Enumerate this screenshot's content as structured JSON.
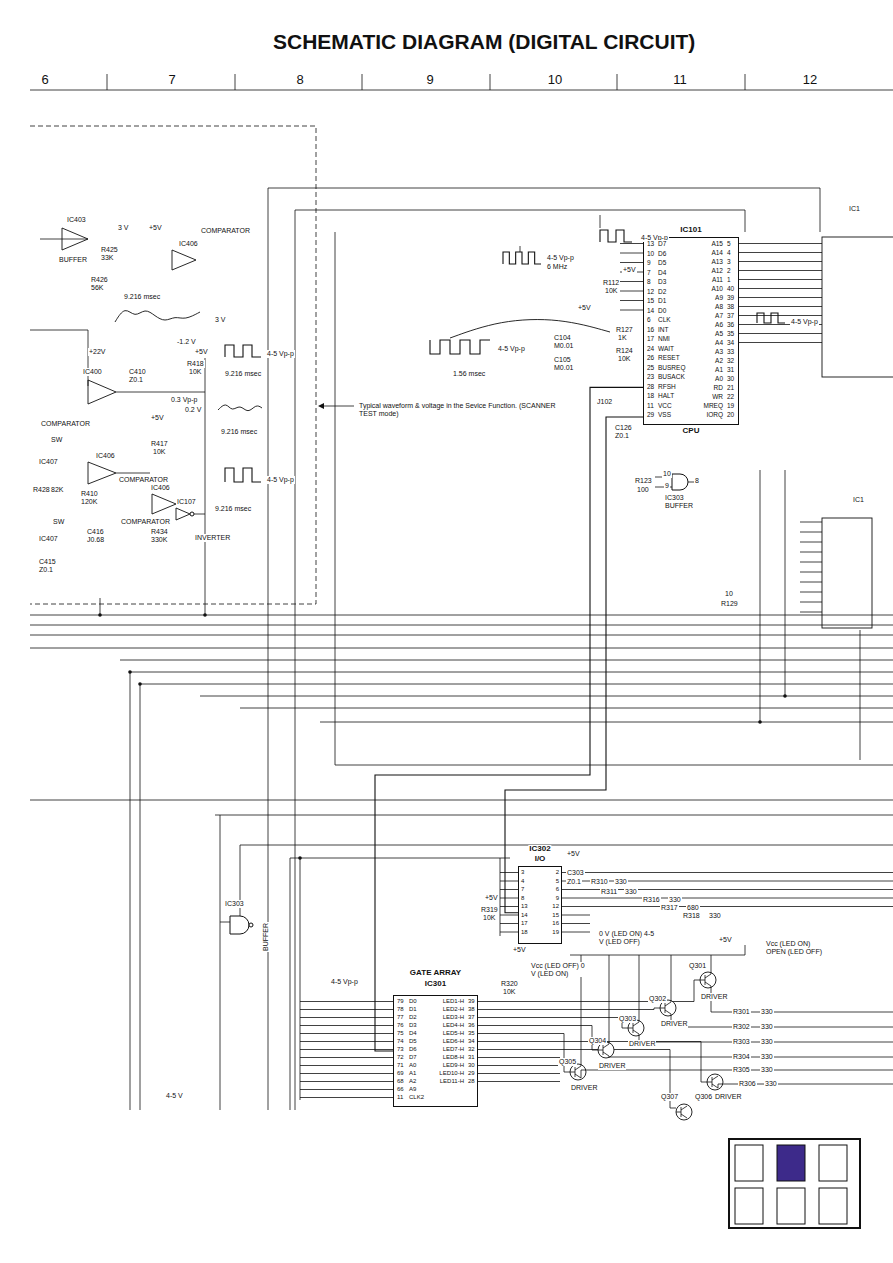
{
  "diagram": {
    "title": "SCHEMATIC DIAGRAM (DIGITAL CIRCUIT)",
    "nodes": [
      {
        "text": [
          "IC101",
          "CPU"
        ]
      },
      {
        "text": [
          "IC302",
          "I/O"
        ]
      },
      {
        "text": [
          "GATE ARRAY",
          "IC301"
        ]
      }
    ],
    "edges": [
      {
        "from": 0,
        "to": 1,
        "arrow": "none"
      },
      {
        "from": 0,
        "to": 2,
        "arrow": "none"
      }
    ],
    "labels": [
      "6",
      "7",
      "8",
      "9",
      "10",
      "11",
      "12",
      "IC403",
      "3 V",
      "BUFFER",
      "R425",
      "33K",
      "R426",
      "56K",
      "+5V",
      "COMPARATOR",
      "IC406",
      "9.216 msec",
      "3 V",
      "-1.2 V",
      "+22V",
      "IC400",
      "C410",
      "Z0.1",
      "+5V",
      "R418",
      "10K",
      "4-5 Vp-p",
      "9.216 msec",
      "0.3 Vp-p",
      "0.2 V",
      "9.216 msec",
      "COMPARATOR",
      "SW",
      "+5V",
      "R417",
      "10K",
      "IC407",
      "IC406",
      "COMPARATOR",
      "R428",
      "82K",
      "R410",
      "120K",
      "IC406",
      "IC107",
      "COMPARATOR",
      "R434",
      "330K",
      "INVERTER",
      "C416",
      "J0.68",
      "SW",
      "IC407",
      "C415",
      "Z0.1",
      "4-5 Vp-p",
      "9.216 msec",
      "Typical waveform & voltage in the Sevice Function. (SCANNER TEST mode)",
      "4-5 Vp-p",
      "4-5 Vp-p",
      "6 MHz",
      "+5V",
      "R112",
      "10K",
      "+5V",
      "C104",
      "M0.01",
      "C105",
      "M0.01",
      "R127",
      "1K",
      "R124",
      "10K",
      "4-5 Vp-p",
      "1.56 msec",
      "J102",
      "C126",
      "Z0.1",
      "4-5 Vp-p",
      "IC1",
      "R123",
      "100",
      "IC303",
      "BUFFER",
      "10",
      "9",
      "8",
      "R129",
      "10",
      "IC1",
      "+5V",
      "C303",
      "Z0.1",
      "R310",
      "330",
      "R311",
      "330",
      "R316",
      "330",
      "R317",
      "680",
      "R318",
      "330",
      "0 V (LED ON) 4-5 V (LED OFF)",
      "+5V",
      "R319",
      "10K",
      "IC303",
      "BUFFER",
      "4-5 Vp-p",
      "+5V",
      "R320",
      "10K",
      "Vcc (LED OFF) 0 V (LED ON)",
      "+5V",
      "Vcc (LED ON) OPEN (LED OFF)",
      "Q301",
      "DRIVER",
      "Q302",
      "DRIVER",
      "Q303",
      "DRIVER",
      "Q304",
      "DRIVER",
      "Q305",
      "DRIVER",
      "Q306",
      "DRIVER",
      "Q307",
      "R301",
      "330",
      "R302",
      "330",
      "R303",
      "330",
      "R304",
      "330",
      "R305",
      "330",
      "R306",
      "330",
      "4-5 V",
      "13",
      "10",
      "9",
      "7",
      "8",
      "12",
      "15",
      "14",
      "6",
      "16",
      "17",
      "24",
      "26",
      "25",
      "23",
      "28",
      "18",
      "11",
      "29",
      "D7",
      "D6",
      "D5",
      "D4",
      "D3",
      "D2",
      "D1",
      "D0",
      "CLK",
      "INT",
      "NMI",
      "WAIT",
      "RESET",
      "BUSREQ",
      "BUSACK",
      "RFSH",
      "HALT",
      "VCC",
      "VSS",
      "A15",
      "A14",
      "A13",
      "A12",
      "A11",
      "A10",
      "A9",
      "A8",
      "A7",
      "A6",
      "A5",
      "A4",
      "A3",
      "A2",
      "A1",
      "A0",
      "RD",
      "WR",
      "MREQ",
      "IORQ",
      "5",
      "4",
      "3",
      "2",
      "1",
      "40",
      "39",
      "38",
      "37",
      "36",
      "35",
      "34",
      "33",
      "32",
      "31",
      "30",
      "21",
      "22",
      "19",
      "20",
      "79",
      "78",
      "77",
      "76",
      "75",
      "74",
      "73",
      "72",
      "71",
      "69",
      "68",
      "66",
      "11",
      "D0",
      "D1",
      "D2",
      "D3",
      "D4",
      "D5",
      "D6",
      "D7",
      "A0",
      "A1",
      "A2",
      "A9",
      "CLK2",
      "LED1-H",
      "LED2-H",
      "LED3-H",
      "LED4-H",
      "LED5-H",
      "LED6-H",
      "LED7-H",
      "LED8-H",
      "LED9-H",
      "LED10-H",
      "LED11-H",
      "39",
      "38",
      "37",
      "36",
      "35",
      "34",
      "32",
      "31",
      "30",
      "29",
      "28",
      "3",
      "4",
      "7",
      "8",
      "13",
      "14",
      "17",
      "18",
      "2",
      "5",
      "6",
      "9",
      "12",
      "15",
      "16",
      "19"
    ]
  }
}
